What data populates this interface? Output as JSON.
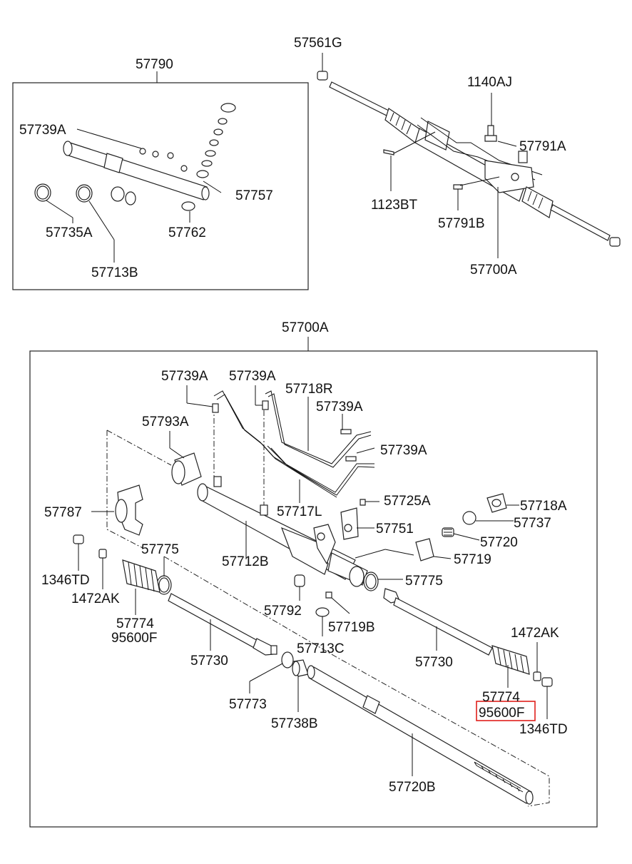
{
  "labels": {
    "top_kit": "57790",
    "k_57739A": "57739A",
    "k_57757": "57757",
    "k_57735A": "57735A",
    "k_57762": "57762",
    "k_57713B": "57713B",
    "a_57561G": "57561G",
    "a_1140AJ": "1140AJ",
    "a_57791A": "57791A",
    "a_1123BT": "1123BT",
    "a_57791B": "57791B",
    "a_57700A": "57700A",
    "main_57700A": "57700A",
    "m_57739A_1": "57739A",
    "m_57739A_2": "57739A",
    "m_57718R": "57718R",
    "m_57739A_3": "57739A",
    "m_57793A": "57793A",
    "m_57739A_4": "57739A",
    "m_57725A": "57725A",
    "m_57717L": "57717L",
    "m_57718A": "57718A",
    "m_57787": "57787",
    "m_57737": "57737",
    "m_57751": "57751",
    "m_57720": "57720",
    "m_57775_1": "57775",
    "m_57719": "57719",
    "m_57712B": "57712B",
    "m_1346TD_1": "1346TD",
    "m_57775_2": "57775",
    "m_1472AK_1": "1472AK",
    "m_57792": "57792",
    "m_57774_1": "57774",
    "m_95600F_1": "95600F",
    "m_57719B": "57719B",
    "m_1472AK_2": "1472AK",
    "m_57713C": "57713C",
    "m_57730_1": "57730",
    "m_57730_2": "57730",
    "m_57774_2": "57774",
    "m_95600F_2": "95600F",
    "m_57773": "57773",
    "m_57738B": "57738B",
    "m_1346TD_2": "1346TD",
    "m_57720B": "57720B"
  }
}
